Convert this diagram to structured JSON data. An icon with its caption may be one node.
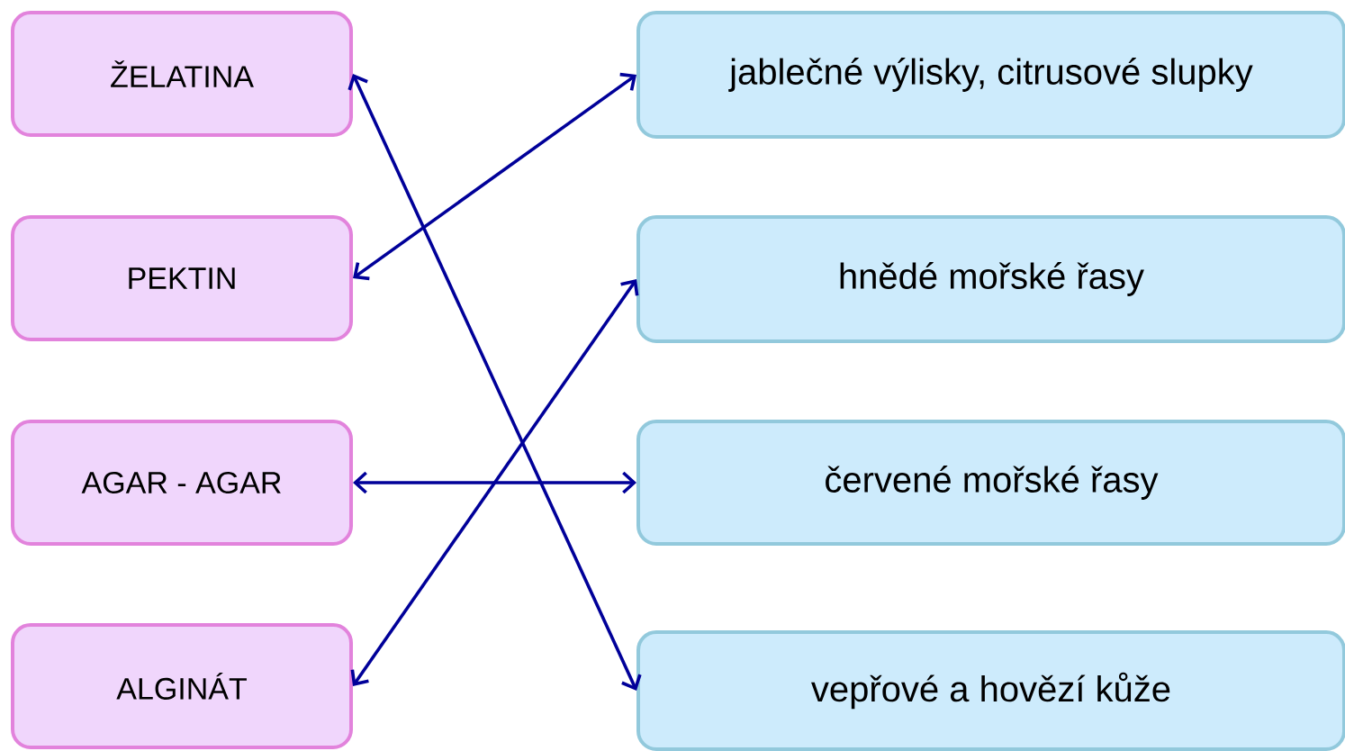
{
  "diagram": {
    "nodes": [
      {
        "text": [
          "ŽELATINA"
        ]
      },
      {
        "text": [
          "PEKTIN"
        ]
      },
      {
        "text": [
          "AGAR - AGAR"
        ]
      },
      {
        "text": [
          "ALGINÁT"
        ]
      },
      {
        "text": [
          "jablečné výlisky, citrusové slupky"
        ]
      },
      {
        "text": [
          "hnědé mořské řasy"
        ]
      },
      {
        "text": [
          "červené mořské řasy"
        ]
      },
      {
        "text": [
          "vepřové a hovězí kůže"
        ]
      }
    ],
    "edges": [
      {
        "from": 0,
        "to": 7,
        "arrow": "both"
      },
      {
        "from": 1,
        "to": 4,
        "arrow": "both"
      },
      {
        "from": 2,
        "to": 6,
        "arrow": "both"
      },
      {
        "from": 3,
        "to": 5,
        "arrow": "both"
      }
    ]
  }
}
